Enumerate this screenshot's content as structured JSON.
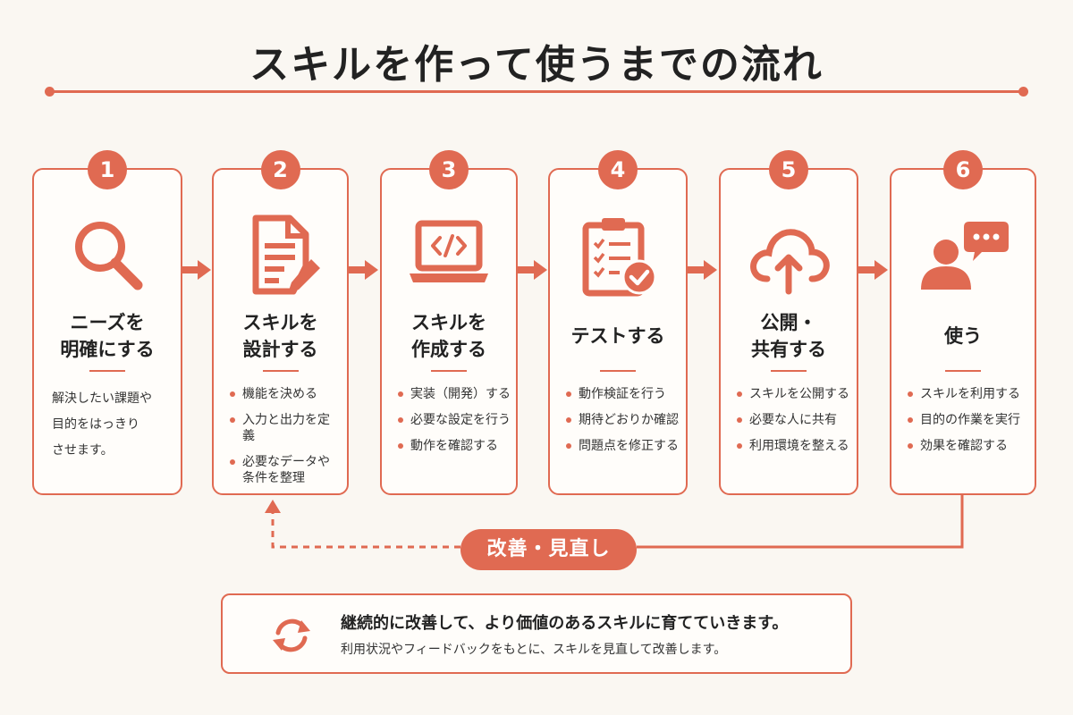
{
  "title": "スキルを作って使うまでの流れ",
  "accent_color": "#e06a52",
  "steps": [
    {
      "number": "1",
      "icon": "magnifier-icon",
      "title_lines": [
        "ニーズを",
        "明確にする"
      ],
      "description_lines": [
        "解決したい課題や",
        "目的をはっきり",
        "させます。"
      ]
    },
    {
      "number": "2",
      "icon": "document-pen-icon",
      "title_lines": [
        "スキルを",
        "設計する"
      ],
      "bullets": [
        "機能を決める",
        "入力と出力を定義",
        "必要なデータや\n条件を整理"
      ]
    },
    {
      "number": "3",
      "icon": "laptop-code-icon",
      "title_lines": [
        "スキルを",
        "作成する"
      ],
      "bullets": [
        "実装（開発）する",
        "必要な設定を行う",
        "動作を確認する"
      ]
    },
    {
      "number": "4",
      "icon": "clipboard-check-icon",
      "title_lines": [
        "テストする"
      ],
      "bullets": [
        "動作検証を行う",
        "期待どおりか確認",
        "問題点を修正する"
      ]
    },
    {
      "number": "5",
      "icon": "cloud-upload-icon",
      "title_lines": [
        "公開・",
        "共有する"
      ],
      "bullets": [
        "スキルを公開する",
        "必要な人に共有",
        "利用環境を整える"
      ]
    },
    {
      "number": "6",
      "icon": "user-chat-icon",
      "title_lines": [
        "使う"
      ],
      "bullets": [
        "スキルを利用する",
        "目的の作業を実行",
        "効果を確認する"
      ]
    }
  ],
  "loop": {
    "label": "改善・見直し"
  },
  "note": {
    "icon": "refresh-cycle-icon",
    "title": "継続的に改善して、より価値のあるスキルに育てていきます。",
    "subtitle": "利用状況やフィードバックをもとに、スキルを見直して改善します。"
  }
}
